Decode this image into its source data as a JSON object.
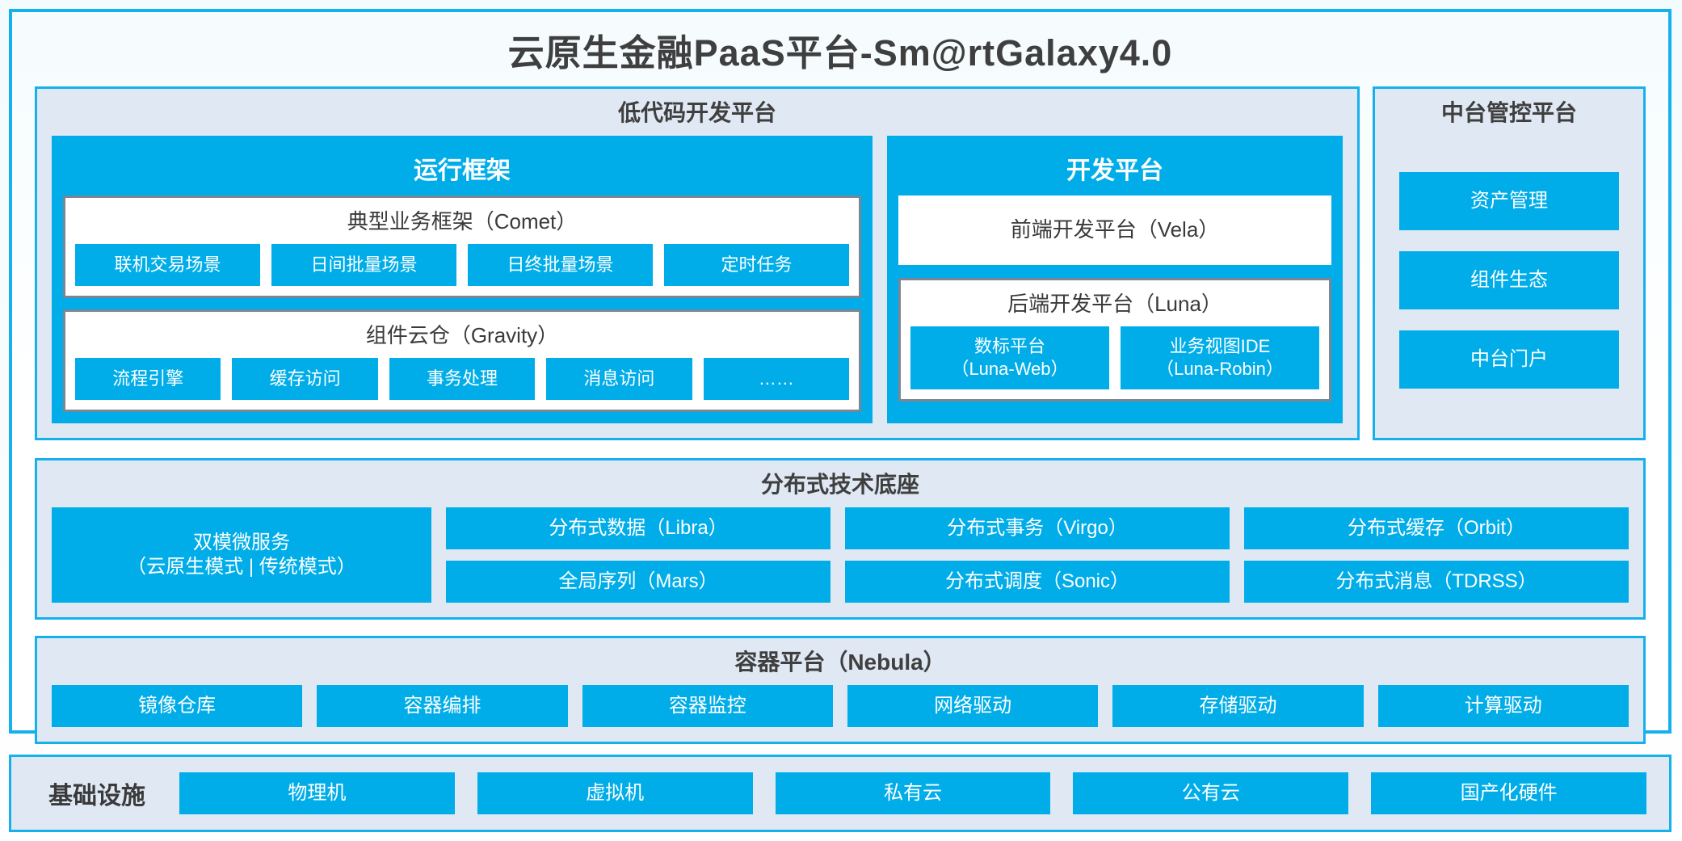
{
  "page": {
    "title": "云原生金融PaaS平台-Sm@rtGalaxy4.0",
    "colors": {
      "accent_blue": "#00ade9",
      "frame_blue": "#16b1ec",
      "panel_bg": "#dfe8f3",
      "inner_border_gray": "#7b8594",
      "text_dark": "#3c3c3c",
      "tile_text": "#ffffff"
    }
  },
  "lowcode": {
    "title": "低代码开发平台",
    "runtime": {
      "title": "运行框架",
      "comet": {
        "title": "典型业务框架（Comet）",
        "tiles": [
          "联机交易场景",
          "日间批量场景",
          "日终批量场景",
          "定时任务"
        ]
      },
      "gravity": {
        "title": "组件云仓（Gravity）",
        "tiles": [
          "流程引擎",
          "缓存访问",
          "事务处理",
          "消息访问",
          "……"
        ]
      }
    },
    "devplatform": {
      "title": "开发平台",
      "frontend": {
        "title": "前端开发平台（Vela）"
      },
      "backend": {
        "title": "后端开发平台（Luna）",
        "tiles": [
          {
            "line1": "数标平台",
            "line2": "（Luna-Web）"
          },
          {
            "line1": "业务视图IDE",
            "line2": "（Luna-Robin）"
          }
        ]
      }
    }
  },
  "midplatform": {
    "title": "中台管控平台",
    "tiles": [
      "资产管理",
      "组件生态",
      "中台门户"
    ]
  },
  "distributed": {
    "title": "分布式技术底座",
    "microservice": {
      "line1": "双模微服务",
      "line2": "（云原生模式 | 传统模式）"
    },
    "columns": [
      [
        "分布式数据（Libra）",
        "全局序列（Mars）"
      ],
      [
        "分布式事务（Virgo）",
        "分布式调度（Sonic）"
      ],
      [
        "分布式缓存（Orbit）",
        "分布式消息（TDRSS）"
      ]
    ]
  },
  "container": {
    "title": "容器平台（Nebula）",
    "tiles": [
      "镜像仓库",
      "容器编排",
      "容器监控",
      "网络驱动",
      "存储驱动",
      "计算驱动"
    ]
  },
  "infrastructure": {
    "label": "基础设施",
    "tiles": [
      "物理机",
      "虚拟机",
      "私有云",
      "公有云",
      "国产化硬件"
    ]
  }
}
